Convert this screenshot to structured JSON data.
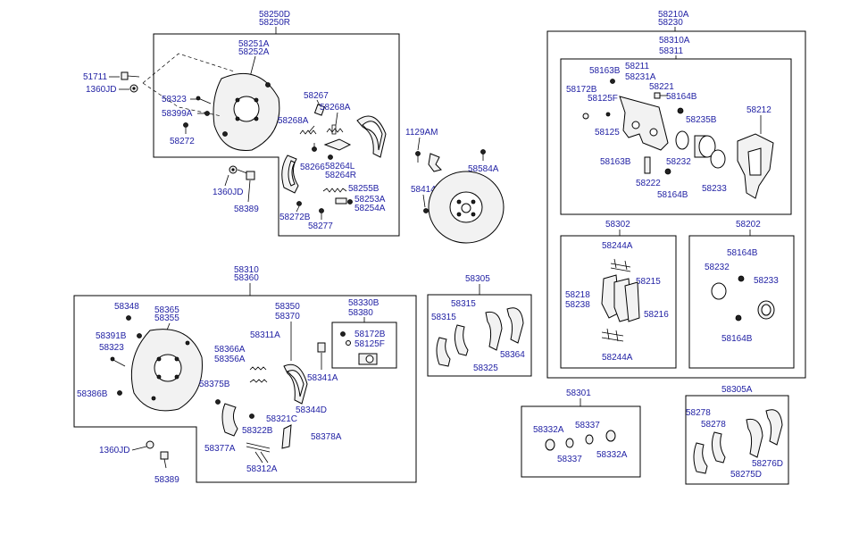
{
  "labels": {
    "58250D": "58250D",
    "58250R": "58250R",
    "58251A": "58251A",
    "58252A": "58252A",
    "51711": "51711",
    "1360JD_a": "1360JD",
    "58323_a": "58323",
    "58399A": "58399A",
    "58272": "58272",
    "58267": "58267",
    "58268A_a": "58268A",
    "58268A_b": "58268A",
    "58266": "58266",
    "58264L": "58264L",
    "58264R": "58264R",
    "58255B": "58255B",
    "58253A": "58253A",
    "58254A": "58254A",
    "58272B": "58272B",
    "58277": "58277",
    "1360JD_b": "1360JD",
    "58389_a": "58389",
    "1129AM": "1129AM",
    "58584A": "58584A",
    "58414": "58414",
    "58210A": "58210A",
    "58230": "58230",
    "58310A": "58310A",
    "58311": "58311",
    "58163B_a": "58163B",
    "58211": "58211",
    "58231A": "58231A",
    "58172B_a": "58172B",
    "58221": "58221",
    "58125F_a": "58125F",
    "58164B_a": "58164B",
    "58212": "58212",
    "58235B": "58235B",
    "58125": "58125",
    "58163B_b": "58163B",
    "58232_a": "58232",
    "58222": "58222",
    "58233_a": "58233",
    "58164B_b": "58164B",
    "58302": "58302",
    "58244A_a": "58244A",
    "58215": "58215",
    "58218": "58218",
    "58238": "58238",
    "58216": "58216",
    "58244A_b": "58244A",
    "58202": "58202",
    "58164B_c": "58164B",
    "58232_b": "58232",
    "58233_b": "58233",
    "58164B_d": "58164B",
    "58310": "58310",
    "58360": "58360",
    "58348": "58348",
    "58365": "58365",
    "58355": "58355",
    "58391B": "58391B",
    "58323_b": "58323",
    "58350": "58350",
    "58370": "58370",
    "58330B": "58330B",
    "58380": "58380",
    "58172B_b": "58172B",
    "58125F_b": "58125F",
    "58311A": "58311A",
    "58366A": "58366A",
    "58356A": "58356A",
    "58375B": "58375B",
    "58386B": "58386B",
    "58341A": "58341A",
    "58344D": "58344D",
    "58321C": "58321C",
    "58322B": "58322B",
    "58378A": "58378A",
    "58377A": "58377A",
    "58312A": "58312A",
    "1360JD_c": "1360JD",
    "58389_b": "58389",
    "58305": "58305",
    "58315_a": "58315",
    "58315_b": "58315",
    "58325": "58325",
    "58364": "58364",
    "58301": "58301",
    "58332A_a": "58332A",
    "58337_a": "58337",
    "58337_b": "58337",
    "58332A_b": "58332A",
    "58305A": "58305A",
    "58278_a": "58278",
    "58278_b": "58278",
    "58276D": "58276D",
    "58275D": "58275D"
  },
  "colors": {
    "label": "#1f1fa3",
    "line": "#000000",
    "background": "#ffffff"
  }
}
